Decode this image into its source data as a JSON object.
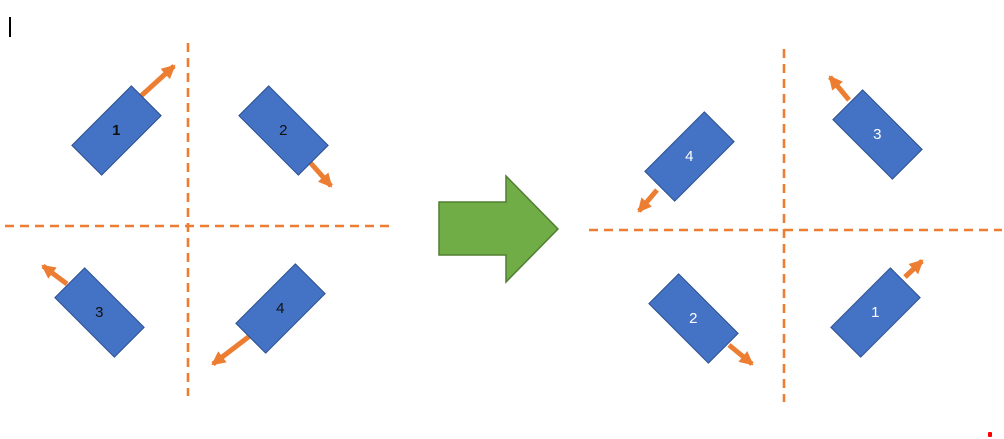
{
  "colors": {
    "shape_blue": "#4472C4",
    "shape_blue_border": "#2F528F",
    "accent_orange": "#ED7D31",
    "green_fill": "#70AD47",
    "green_border": "#507E32",
    "label_dark": "#111111",
    "label_light": "#FFFFFF",
    "canvas_bg": "#FFFFFF",
    "red_mark": "#FF0000"
  },
  "diagram": {
    "before": {
      "rects": [
        {
          "label": "1",
          "quadrant": "top-left",
          "arrow_direction": "up-right",
          "label_style": "dark-bold"
        },
        {
          "label": "2",
          "quadrant": "top-right",
          "arrow_direction": "down-right",
          "label_style": "dark"
        },
        {
          "label": "3",
          "quadrant": "bottom-left",
          "arrow_direction": "up-left",
          "label_style": "dark"
        },
        {
          "label": "4",
          "quadrant": "bottom-right",
          "arrow_direction": "down-left",
          "label_style": "dark"
        }
      ]
    },
    "after": {
      "rects": [
        {
          "label": "4",
          "quadrant": "top-left",
          "arrow_direction": "down-left",
          "label_style": "light"
        },
        {
          "label": "3",
          "quadrant": "top-right",
          "arrow_direction": "up-left",
          "label_style": "light"
        },
        {
          "label": "2",
          "quadrant": "bottom-left",
          "arrow_direction": "down-right",
          "label_style": "light"
        },
        {
          "label": "1",
          "quadrant": "bottom-right",
          "arrow_direction": "up-right",
          "label_style": "light"
        }
      ]
    },
    "transform_arrow_direction": "right"
  }
}
